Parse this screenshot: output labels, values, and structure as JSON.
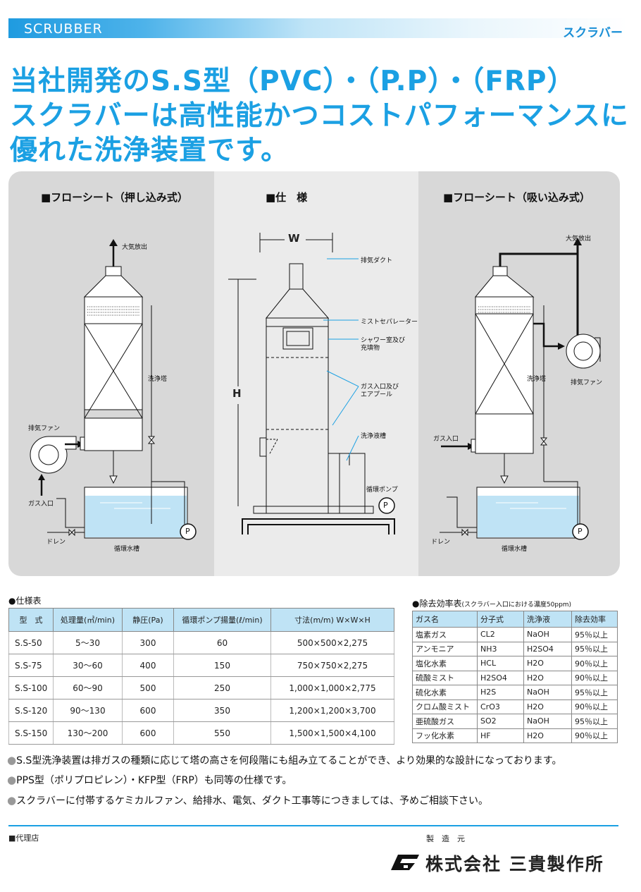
{
  "header": {
    "label": "SCRUBBER",
    "right": "スクラバー"
  },
  "headline": [
    "当社開発のS.S型（PVC）・（P.P）・（FRP）",
    "スクラバーは高性能かつコストパフォーマンスに",
    "優れた洗浄装置です。"
  ],
  "diagram": {
    "left": {
      "title": "■フローシート（押し込み式）",
      "labels": {
        "exhaust": "大気放出",
        "tower": "洗浄塔",
        "fan": "排気ファン",
        "gas_in": "ガス入口",
        "drain": "ドレン",
        "tank": "循環水槽",
        "pump": "P"
      }
    },
    "center": {
      "title": "■仕　様",
      "labels": {
        "w": "W",
        "h": "H",
        "duct": "排気ダクト",
        "mist": "ミストセパレーター",
        "shower_1": "シャワー室及び",
        "shower_2": "充填物",
        "gas_1": "ガス入口及び",
        "gas_2": "エアプール",
        "tank": "洗浄液槽",
        "pump_label": "循環ポンプ",
        "pump": "P"
      }
    },
    "right": {
      "title": "■フローシート（吸い込み式）",
      "labels": {
        "exhaust": "大気放出",
        "tower": "洗浄塔",
        "fan": "排気ファン",
        "gas_in": "ガス入口",
        "drain": "ドレン",
        "tank": "循環水槽",
        "pump": "P"
      }
    }
  },
  "spec_table": {
    "title": "●仕様表",
    "headers": [
      "型　式",
      "処理量(㎥/min)",
      "静圧(Pa)",
      "循環ポンプ揚量(ℓ/min)",
      "寸法(m/m) W×W×H"
    ],
    "rows": [
      [
        "S.S-50",
        "5～30",
        "300",
        "60",
        "500×500×2,275"
      ],
      [
        "S.S-75",
        "30～60",
        "400",
        "150",
        "750×750×2,275"
      ],
      [
        "S.S-100",
        "60～90",
        "500",
        "250",
        "1,000×1,000×2,775"
      ],
      [
        "S.S-120",
        "90～130",
        "600",
        "350",
        "1,200×1,200×3,700"
      ],
      [
        "S.S-150",
        "130～200",
        "600",
        "550",
        "1,500×1,500×4,100"
      ]
    ]
  },
  "eff_table": {
    "title": "●除去効率表",
    "subtitle": "(スクラバー入口における濃度50ppm)",
    "headers": [
      "ガス名",
      "分子式",
      "洗浄液",
      "除去効率"
    ],
    "rows": [
      [
        "塩素ガス",
        "CL2",
        "NaOH",
        "95％以上"
      ],
      [
        "アンモニア",
        "NH3",
        "H2SO4",
        "95％以上"
      ],
      [
        "塩化水素",
        "HCL",
        "H2O",
        "90％以上"
      ],
      [
        "硫酸ミスト",
        "H2SO4",
        "H2O",
        "90％以上"
      ],
      [
        "硫化水素",
        "H2S",
        "NaOH",
        "95％以上"
      ],
      [
        "クロム酸ミスト",
        "CrO3",
        "H2O",
        "90％以上"
      ],
      [
        "亜硫酸ガス",
        "SO2",
        "NaOH",
        "95％以上"
      ],
      [
        "フッ化水素",
        "HF",
        "H2O",
        "90％以上"
      ]
    ]
  },
  "notes": [
    "S.S型洗浄装置は排ガスの種類に応じて塔の高さを何段階にも組み立てることができ、より効果的な設計になっております。",
    "PPS型（ポリプロピレン）・KFP型（FRP）も同等の仕様です。",
    "スクラバーに付帯するケミカルファン、給排水、電気、ダクト工事等につきましては、予めご相談下さい。"
  ],
  "footer": {
    "agent": "■代理店",
    "maker_label": "製　造　元",
    "company": "株式会社 三貴製作所"
  },
  "colors": {
    "accent": "#1ba0e3",
    "panel": "#d8d8d8",
    "table_head": "#bfe3f5",
    "water": "#bfe3f5"
  }
}
